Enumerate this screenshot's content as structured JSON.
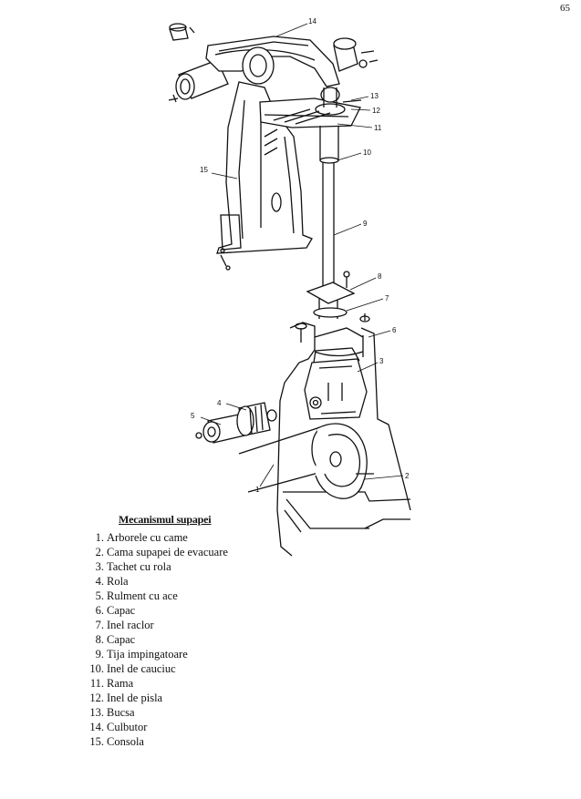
{
  "page_number": "65",
  "legend_title": "Mecanismul supapei",
  "legend": [
    {
      "num": "1.",
      "label": "Arborele cu came"
    },
    {
      "num": "2.",
      "label": "Cama supapei de evacuare"
    },
    {
      "num": "3.",
      "label": "Tachet cu rola"
    },
    {
      "num": "4.",
      "label": "Rola"
    },
    {
      "num": "5.",
      "label": "Rulment cu ace"
    },
    {
      "num": "6.",
      "label": "Capac"
    },
    {
      "num": "7.",
      "label": "Inel raclor"
    },
    {
      "num": "8.",
      "label": "Capac"
    },
    {
      "num": "9.",
      "label": "Tija impingatoare"
    },
    {
      "num": "10.",
      "label": "Inel de cauciuc"
    },
    {
      "num": "11.",
      "label": "Rama"
    },
    {
      "num": "12.",
      "label": "Inel de pisla"
    },
    {
      "num": "13.",
      "label": "Bucsa"
    },
    {
      "num": "14.",
      "label": "Culbutor"
    },
    {
      "num": "15.",
      "label": "Consola"
    }
  ],
  "callouts": [
    "1",
    "2",
    "3",
    "4",
    "5",
    "6",
    "7",
    "8",
    "9",
    "10",
    "11",
    "12",
    "13",
    "14",
    "15"
  ]
}
